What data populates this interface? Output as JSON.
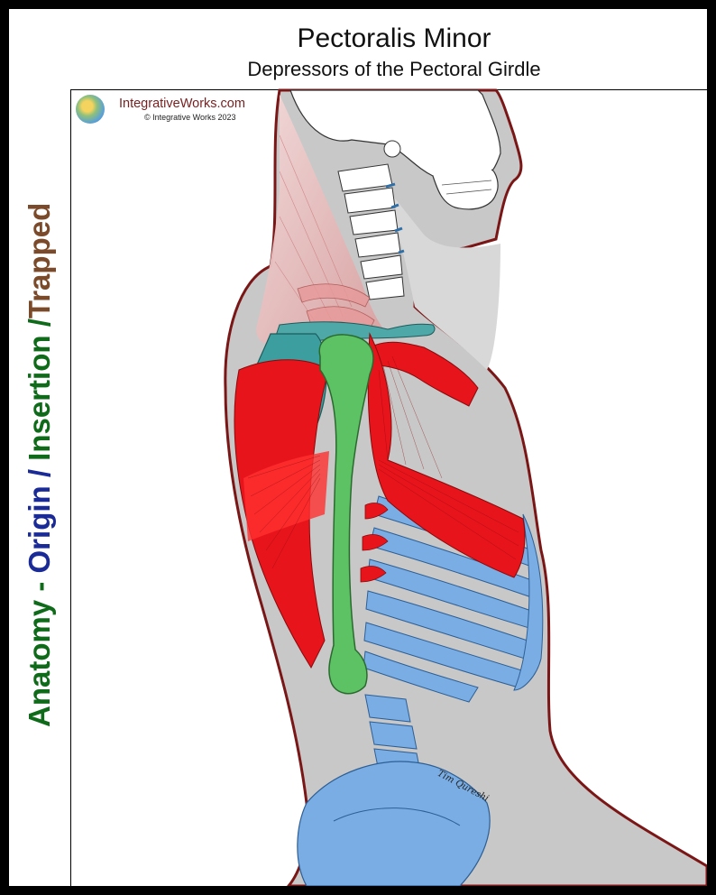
{
  "header": {
    "title": "Pectoralis Minor",
    "subtitle": "Depressors of the Pectoral Girdle"
  },
  "side_label": {
    "anatomy": "Anatomy - ",
    "origin": "Origin / ",
    "insertion": "Insertion /",
    "trapped": "Trapped"
  },
  "brand": {
    "name": "IntegrativeWorks.com",
    "copyright": "© Integrative Works 2023"
  },
  "signature": "Tim Qureshi",
  "colors": {
    "muscle": "#e8141c",
    "humerus": "#5cc264",
    "ribs_spine_pelvis": "#7aade3",
    "scapula": "#3c9e9e",
    "body_silhouette": "#c8c8c8",
    "outline": "#7a1616",
    "anatomy_text": "#0f6a1a",
    "origin_text": "#1a2a96",
    "trapped_text": "#7a4a2a"
  }
}
